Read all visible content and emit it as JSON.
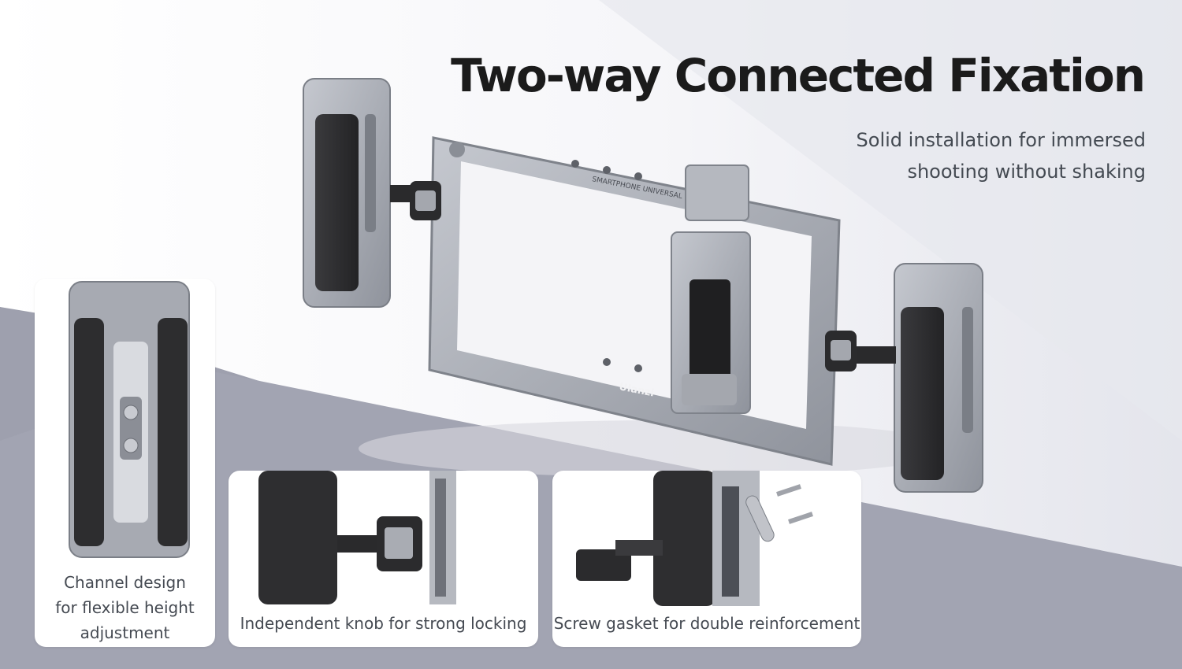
{
  "headline": "Two-way Connected Fixation",
  "subline": [
    "Solid installation for immersed",
    "shooting without shaking"
  ],
  "rig": {
    "engraving": "SMARTPHONE UNIVERSAL RIG",
    "brand": "Ulanzi"
  },
  "features": [
    {
      "caption": [
        "Channel design",
        "for flexible height",
        "adjustment"
      ]
    },
    {
      "caption": [
        "Independent knob for strong locking"
      ]
    },
    {
      "caption": [
        "Screw gasket for double reinforcement"
      ]
    }
  ],
  "colors": {
    "background_band": "#9ea0ae",
    "aluminum": "#a9adb5",
    "grip": "#2f2f31",
    "headline": "#1b1b1b",
    "caption": "#454a52"
  }
}
